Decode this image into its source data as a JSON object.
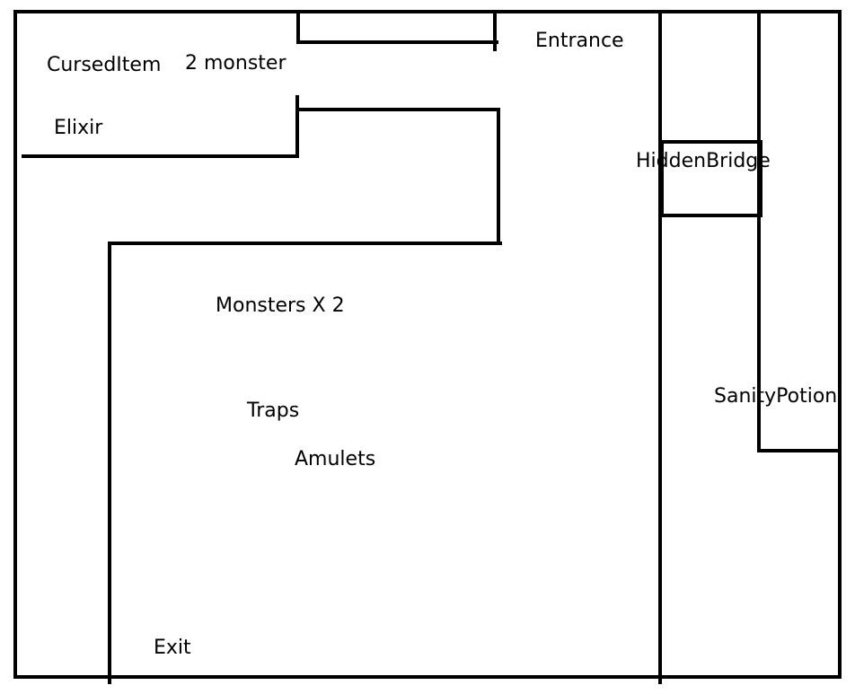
{
  "labels": {
    "entrance": "Entrance",
    "cursed_item": "CursedItem",
    "two_monster": "2 monster",
    "elixir": "Elixir",
    "hidden_bridge": "HiddenBridge",
    "monsters_x2": "Monsters X 2",
    "traps": "Traps",
    "amulets": "Amulets",
    "sanity_potion": "SanityPotion",
    "exit": "Exit"
  },
  "colors": {
    "wall": "#000000",
    "background": "#ffffff",
    "text": "#000000"
  }
}
